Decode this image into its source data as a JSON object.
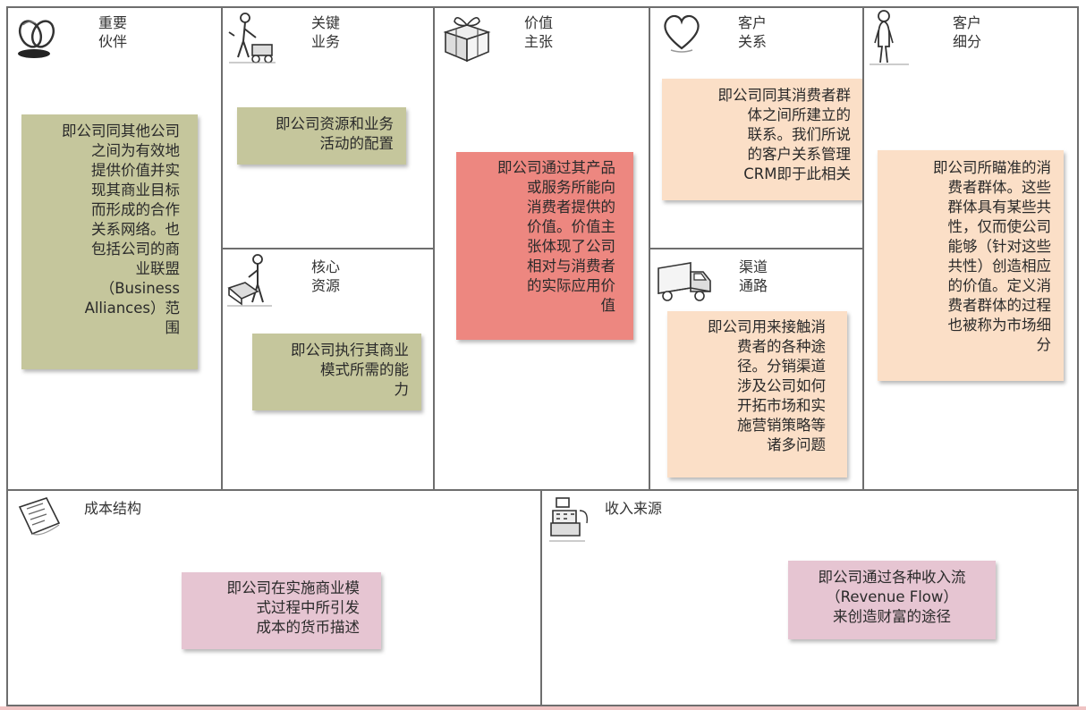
{
  "canvas": {
    "key_partners": {
      "title": "重要\n伙伴",
      "icon": "chain-links-icon",
      "note": "即公司同其他公司\n之间为有效地\n提供价值并实\n现其商业目标\n而形成的合作\n关系网络。也\n包括公司的商\n业联盟\n（Business\nAlliances）范\n围"
    },
    "key_activities": {
      "title": "关键\n业务",
      "icon": "worker-pushing-cart-icon",
      "note": "即公司资源和业务\n活动的配置"
    },
    "key_resources": {
      "title": "核心\n资源",
      "icon": "worker-with-equipment-icon",
      "note": "即公司执行其商业\n模式所需的能\n力"
    },
    "value_proposition": {
      "title": "价值\n主张",
      "icon": "gift-box-icon",
      "note": "即公司通过其产品\n或服务所能向\n消费者提供的\n价值。价值主\n张体现了公司\n相对与消费者\n的实际应用价\n值"
    },
    "customer_relationships": {
      "title": "客户\n关系",
      "icon": "heart-icon",
      "note": "即公司同其消费者群\n体之间所建立的\n联系。我们所说\n的客户关系管理\nCRM即于此相关"
    },
    "channels": {
      "title": "渠道\n通路",
      "icon": "delivery-truck-icon",
      "note": "即公司用来接触消\n费者的各种途\n径。分销渠道\n涉及公司如何\n开拓市场和实\n施营销策略等\n诸多问题"
    },
    "customer_segments": {
      "title": "客户\n细分",
      "icon": "person-standing-icon",
      "note": "即公司所瞄准的消\n费者群体。这些\n群体具有某些共\n性，仅而使公司\n能够（针对这些\n共性）创造相应\n的价值。定义消\n费者群体的过程\n也被称为市场细\n分"
    },
    "cost_structure": {
      "title": "成本结构",
      "icon": "receipt-icon",
      "note": "即公司在实施商业模\n式过程中所引发\n成本的货币描述"
    },
    "revenue_streams": {
      "title": "收入来源",
      "icon": "cash-register-icon",
      "note": "即公司通过各种收入流\n（Revenue Flow）\n来创造财富的途径"
    }
  },
  "colors": {
    "olive_note": "#c5c69c",
    "red_note": "#ed8780",
    "peach_note": "#fbdfc7",
    "pink_note": "#e6c5d2",
    "border": "#6e6e6e"
  }
}
